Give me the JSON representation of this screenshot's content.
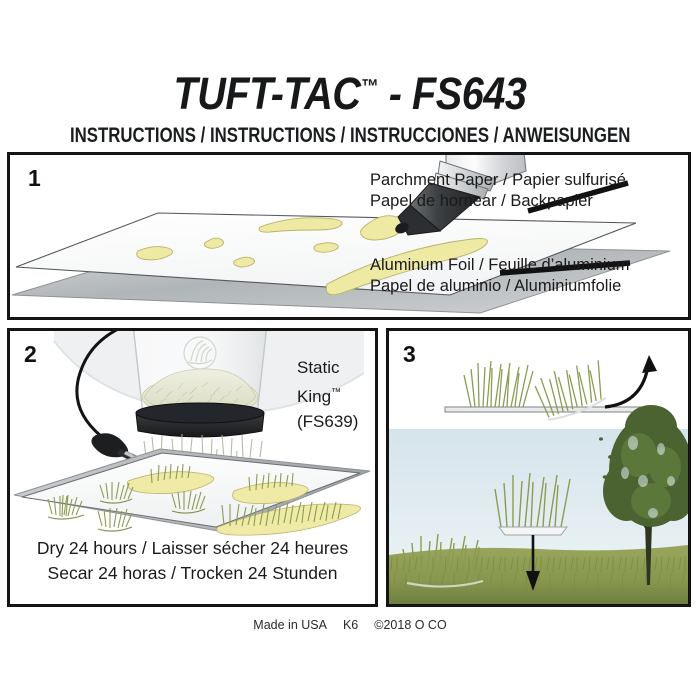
{
  "header": {
    "title_main": "TUFT-TAC",
    "title_tm": "™",
    "title_suffix": " - FS643",
    "subtitle": "INSTRUCTIONS / INSTRUCTIONS / INSTRUCCIONES /  ANWEISUNGEN"
  },
  "panels": {
    "panel1": {
      "number": "1",
      "callout_paper_line1": "Parchment Paper / Papier sulfurisé",
      "callout_paper_line2": "Papel de hornear / Backpapier",
      "callout_foil_line1": "Aluminum Foil / Feuille d’aluminium",
      "callout_foil_line2": "Papel de aluminio / Aluminiumfolie"
    },
    "panel2": {
      "number": "2",
      "device_line1": "Static",
      "device_line2": "King",
      "device_tm": "™",
      "device_line3": "(FS639)",
      "dry_line1": "Dry 24 hours / Laisser sécher 24 heures",
      "dry_line2": "Secar 24 horas / Trocken 24 Stunden"
    },
    "panel3": {
      "number": "3"
    }
  },
  "footer": {
    "made_in": "Made in USA",
    "code": "K6",
    "copyright": "©2018 O CO"
  },
  "colors": {
    "ink": "#141414",
    "glue_yellow": "#efeaa6",
    "grass_green": "#8a9b52",
    "sky_blue": "#dde8ef",
    "ground_olive": "#93a059",
    "foil_gray": "#b8bcbe"
  }
}
